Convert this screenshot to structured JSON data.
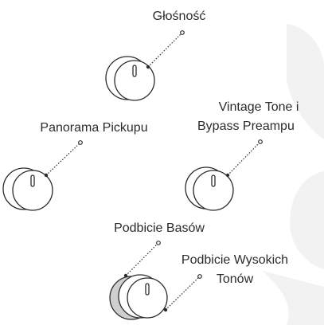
{
  "labels": {
    "volume": "Głośność",
    "pickup_pan_1": "Panorama",
    "pickup_pan_2": "Pickupu",
    "vintage_1": "Vintage Tone i",
    "vintage_2": "Bypass Preampu",
    "bass": "Podbicie Basów",
    "treble_1": "Podbicie Wysokich",
    "treble_2": "Tonów"
  },
  "colors": {
    "line": "#2b2b2b",
    "watermark": "#f2f2f2",
    "back_knob": "#cfcfcf"
  }
}
